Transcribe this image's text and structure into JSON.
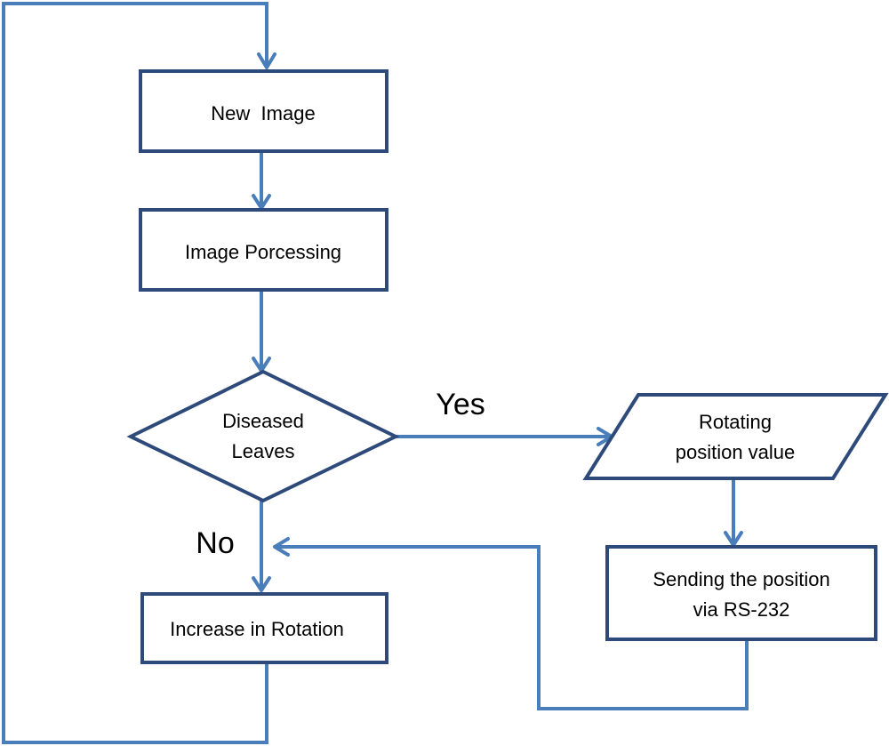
{
  "nodes": {
    "new_image": "New  Image",
    "image_processing": "Image Porcessing",
    "decision_line1": "Diseased",
    "decision_line2": "Leaves",
    "rotating_line1": "Rotating",
    "rotating_line2": "position value",
    "sending_line1": "Sending the position",
    "sending_line2": "via RS-232",
    "increase_rotation": "Increase in Rotation"
  },
  "edges": {
    "yes_label": "Yes",
    "no_label": "No"
  }
}
